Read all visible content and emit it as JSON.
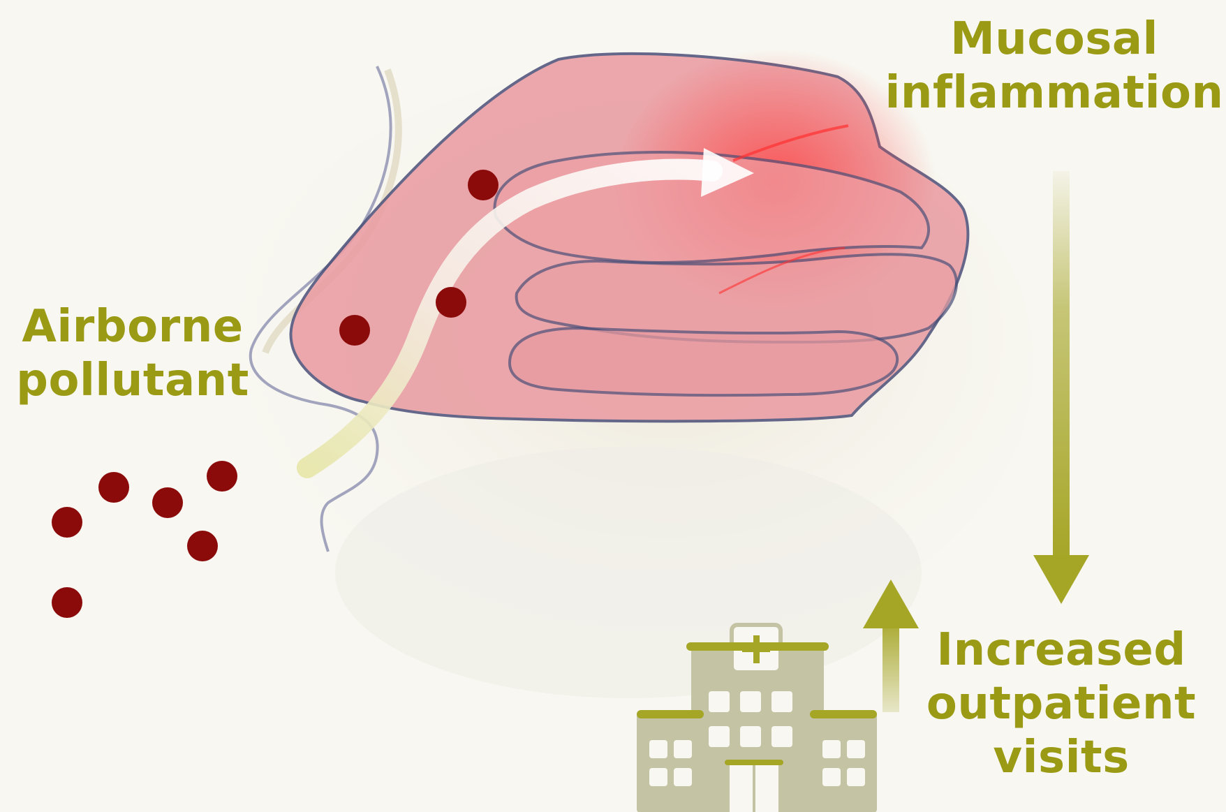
{
  "labels": {
    "pollutant": [
      "Airborne",
      "pollutant"
    ],
    "inflammation": [
      "Mucosal",
      "inflammation"
    ],
    "visits": [
      "Increased",
      "outpatient",
      "visits"
    ]
  },
  "colors": {
    "label_text": "#9a9a14",
    "arrow": "#a5a526",
    "particle": "#8b0b0b",
    "tissue": "#e99aa0",
    "inflamed": "#ff4a4a",
    "hospital": "#c4c4a4",
    "background": "#f8f7f1"
  },
  "icons": {
    "particles": "pollutant-particle-icon",
    "hospital": "hospital-icon",
    "airflow": "airflow-arrow-icon"
  }
}
